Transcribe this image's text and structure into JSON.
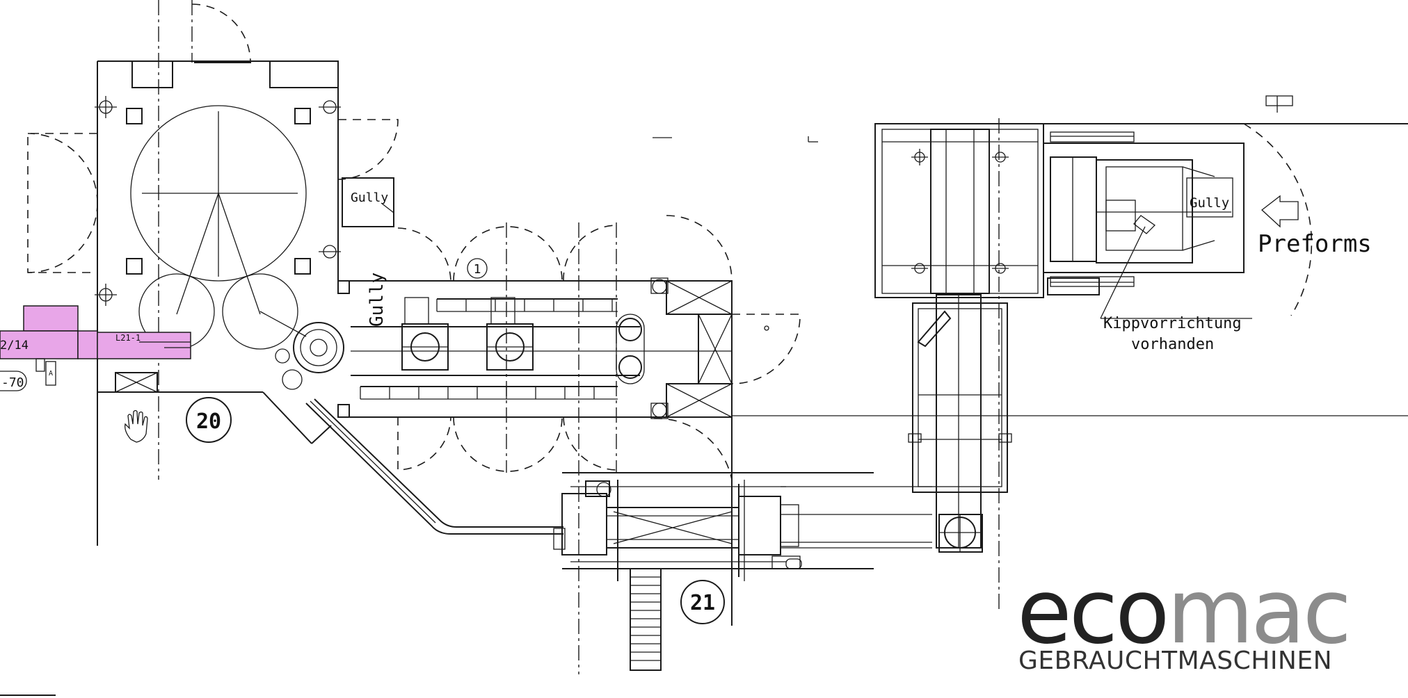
{
  "labels": {
    "gully_1": "Gully",
    "gully_2": "Gully",
    "gully_3": "Gully",
    "preforms": "Preforms",
    "kipp_line1": "Kippvorrichtung",
    "kipp_line2": "vorhanden",
    "station_20": "20",
    "station_21": "21",
    "marker_1": "1",
    "tag_l21": "L21-1",
    "edge_left_1": "2/14",
    "edge_left_2": "-70",
    "small_a": "A"
  },
  "logo": {
    "word_part1": "eco",
    "word_part2": "mac",
    "subtitle": "GEBRAUCHTMASCHINEN"
  },
  "colors": {
    "line": "#1a1a1a",
    "highlight": "#e8a6e8",
    "logo_dark": "#222222",
    "logo_gray": "#8c8c8c"
  }
}
